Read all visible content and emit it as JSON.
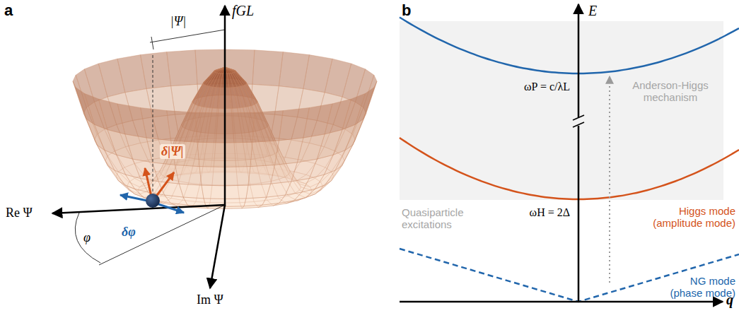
{
  "diagram": {
    "labels": [
      "a",
      "fGL",
      "|Ψ|",
      "δ|Ψ|",
      "Re Ψ",
      "φ",
      "δφ",
      "Im Ψ",
      "b",
      "E",
      "ωP = c/λL",
      "Anderson-Higgs mechanism",
      "Quasiparticle excitations",
      "Higgs mode (amplitude mode)",
      "ωH = 2Δ",
      "NG mode (phase mode)",
      "q"
    ]
  }
}
